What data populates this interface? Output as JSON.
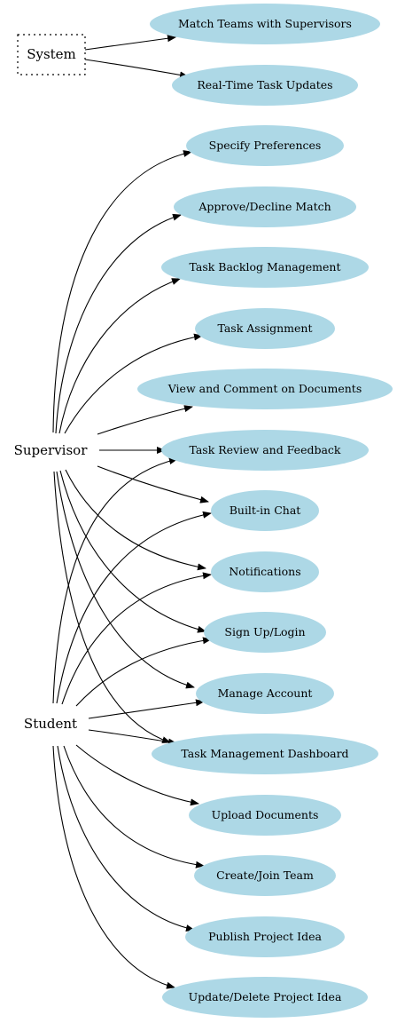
{
  "colors": {
    "use_case_fill": "#add8e6",
    "edge": "#000000",
    "background": "#ffffff"
  },
  "actors": {
    "system": "System",
    "supervisor": "Supervisor",
    "student": "Student"
  },
  "use_cases": {
    "match_teams": "Match Teams with Supervisors",
    "realtime_updates": "Real-Time Task Updates",
    "specify_prefs": "Specify Preferences",
    "approve_match": "Approve/Decline Match",
    "task_backlog": "Task Backlog Management",
    "task_assignment": "Task Assignment",
    "view_comment_docs": "View and Comment on Documents",
    "task_review": "Task Review and Feedback",
    "chat": "Built-in Chat",
    "notifications": "Notifications",
    "signup": "Sign Up/Login",
    "manage_account": "Manage Account",
    "dashboard": "Task Management Dashboard",
    "upload_docs": "Upload Documents",
    "create_team": "Create/Join Team",
    "publish_idea": "Publish Project Idea",
    "update_idea": "Update/Delete Project Idea"
  }
}
